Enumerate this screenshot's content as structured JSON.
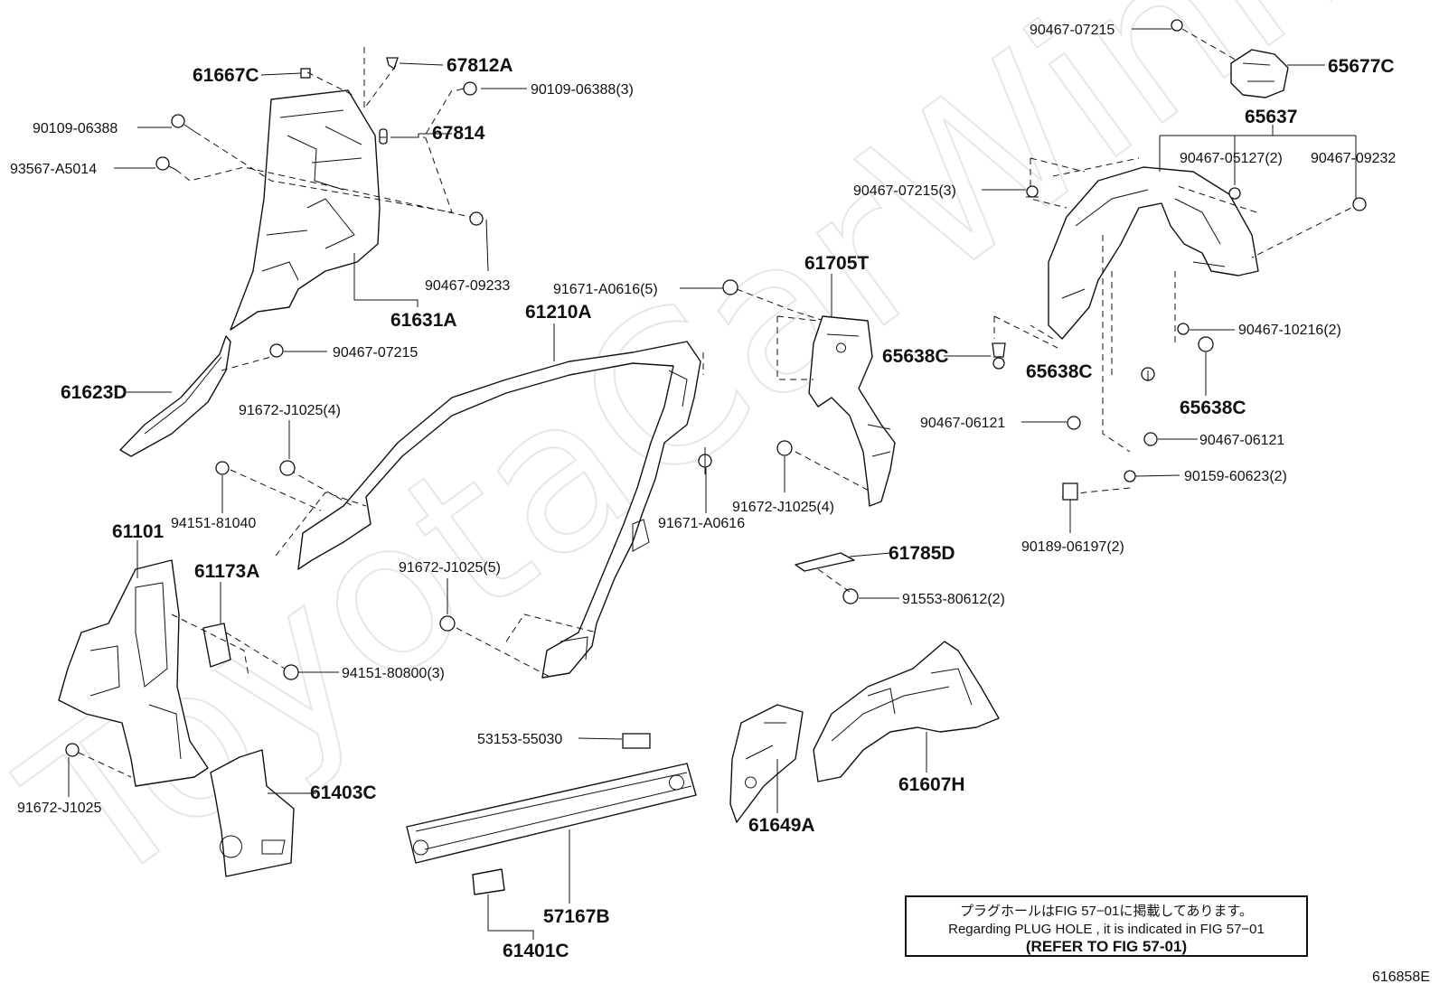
{
  "watermark": "ToyotaCarWinner",
  "figure_code": "616858E",
  "note": {
    "line1": "プラグホールはFIG 57−01に掲載してあります。",
    "line2": "Regarding PLUG HOLE , it is indicated in FIG 57−01",
    "line3": "(REFER TO FIG 57-01)"
  },
  "labels": {
    "l61667C": "61667C",
    "l67812A": "67812A",
    "l90109_06388_3": "90109-06388(3)",
    "l90109_06388": "90109-06388",
    "l67814": "67814",
    "l93567": "93567-A5014",
    "l90467_09233": "90467-09233",
    "l61631A": "61631A",
    "l90467_07215_mid": "90467-07215",
    "l61623D": "61623D",
    "l91672_J1025_4a": "91672-J1025(4)",
    "l94151_81040": "94151-81040",
    "l61101": "61101",
    "l61173A": "61173A",
    "l94151_80800": "94151-80800(3)",
    "l91672_J1025": "91672-J1025",
    "l61403C": "61403C",
    "l61210A": "61210A",
    "l91671_A0616_5": "91671-A0616(5)",
    "l91671_A0616": "91671-A0616",
    "l91672_J1025_5": "91672-J1025(5)",
    "l91672_J1025_4b": "91672-J1025(4)",
    "l61705T": "61705T",
    "l65638C_a": "65638C",
    "l61785D": "61785D",
    "l91553": "91553-80612(2)",
    "l53153": "53153-55030",
    "l57167B": "57167B",
    "l61401C": "61401C",
    "l61649A": "61649A",
    "l61607H": "61607H",
    "l90467_07215_top": "90467-07215",
    "l65677C": "65677C",
    "l65637": "65637",
    "l90467_05127": "90467-05127(2)",
    "l90467_09232": "90467-09232",
    "l90467_07215_3": "90467-07215(3)",
    "l90467_10216": "90467-10216(2)",
    "l65638C_b": "65638C",
    "l65638C_c": "65638C",
    "l90467_06121_a": "90467-06121",
    "l90467_06121_b": "90467-06121",
    "l90159": "90159-60623(2)",
    "l90189": "90189-06197(2)"
  }
}
